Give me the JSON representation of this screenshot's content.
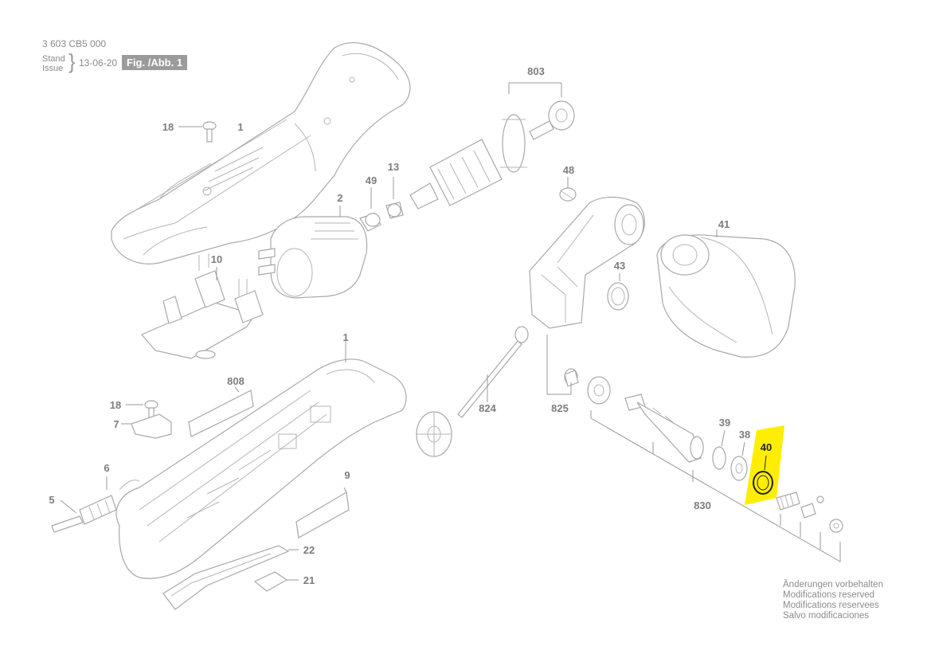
{
  "header": {
    "doc_number": "3 603 CB5 000",
    "stand_label": "Stand",
    "issue_label": "Issue",
    "brace": "}",
    "date": "13-06-20",
    "figure_label": "Fig. /Abb. 1"
  },
  "parts": [
    {
      "label": "18"
    },
    {
      "label": "1"
    },
    {
      "label": "803"
    },
    {
      "label": "13"
    },
    {
      "label": "49"
    },
    {
      "label": "2"
    },
    {
      "label": "48"
    },
    {
      "label": "41"
    },
    {
      "label": "10"
    },
    {
      "label": "43"
    },
    {
      "label": "1"
    },
    {
      "label": "808"
    },
    {
      "label": "18"
    },
    {
      "label": "7"
    },
    {
      "label": "824"
    },
    {
      "label": "825"
    },
    {
      "label": "39"
    },
    {
      "label": "38"
    },
    {
      "label": "6"
    },
    {
      "label": "5"
    },
    {
      "label": "9"
    },
    {
      "label": "830"
    },
    {
      "label": "22"
    },
    {
      "label": "21"
    }
  ],
  "highlight": {
    "label": "40",
    "color": "#ffee00"
  },
  "notes": [
    "Änderungen vorbehalten",
    "Modifications reserved",
    "Modifications reservees",
    "Salvo modificaciones"
  ]
}
